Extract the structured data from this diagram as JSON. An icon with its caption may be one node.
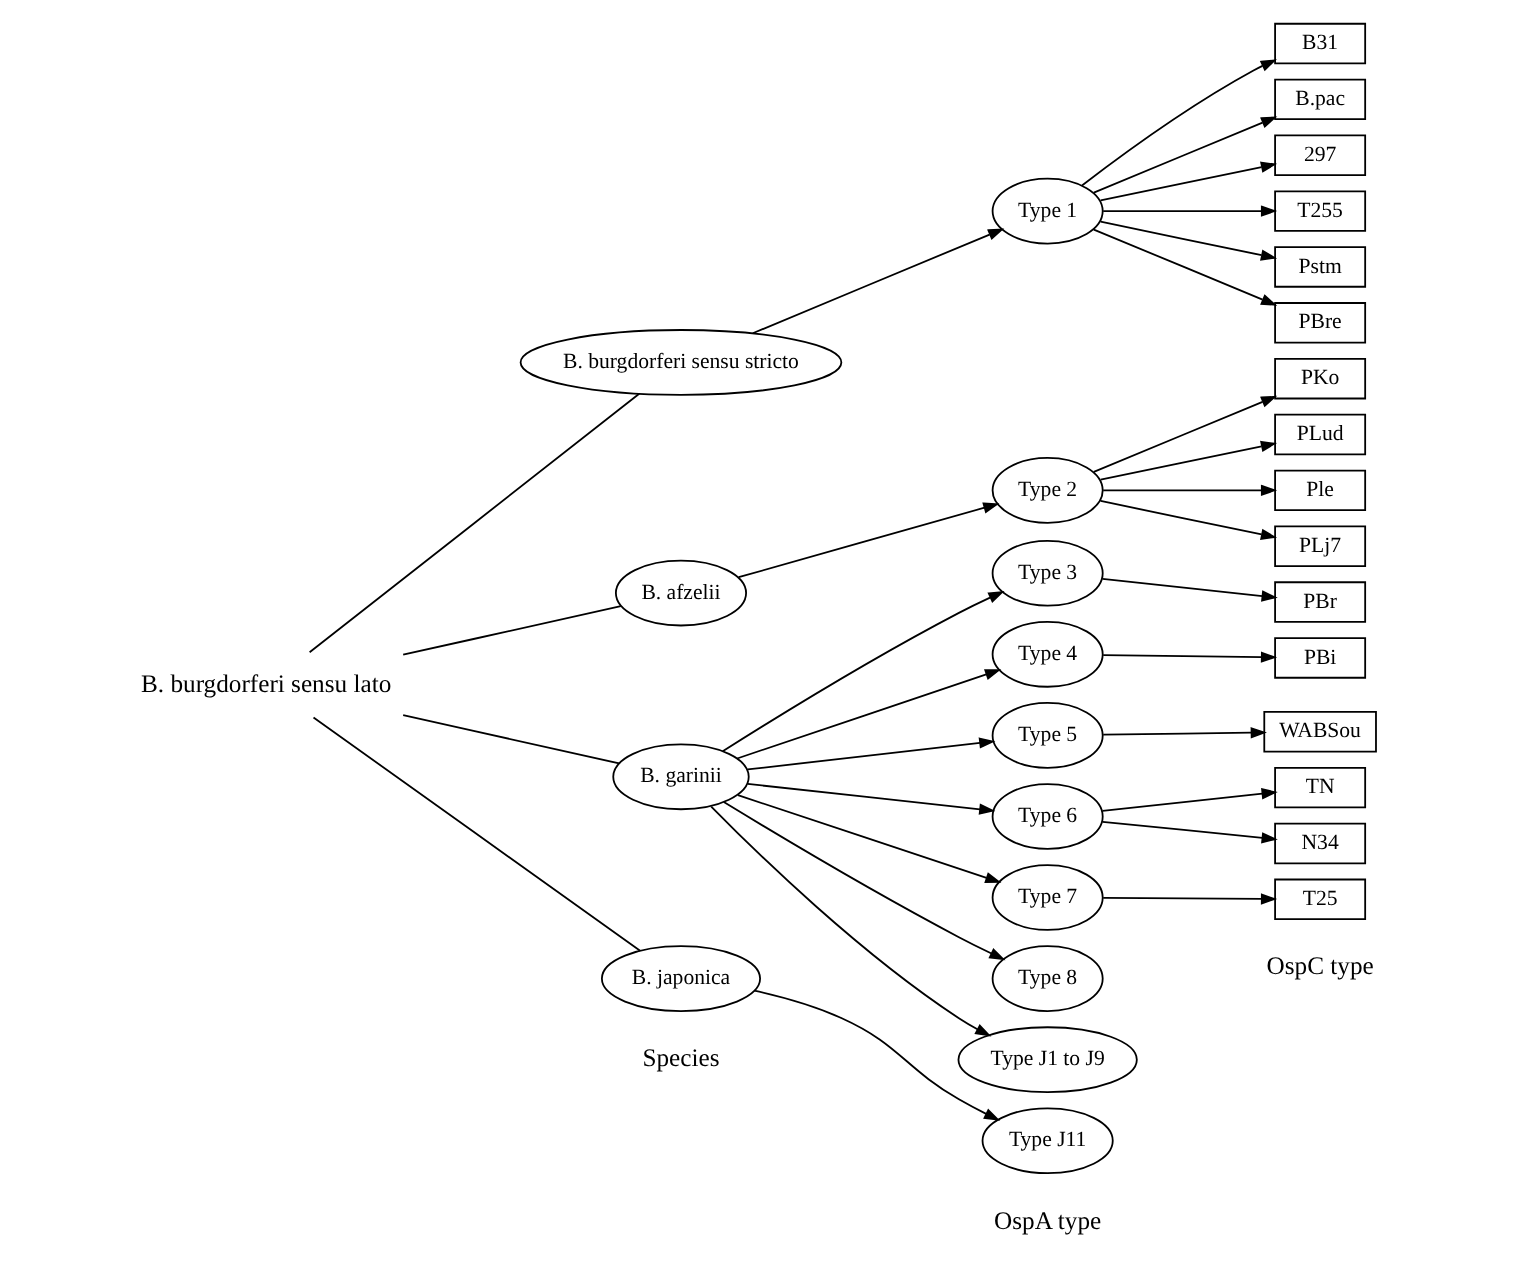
{
  "diagram": {
    "nodes": [
      {
        "text": [
          "B. burgdorferi sensu lato"
        ]
      },
      {
        "text": [
          "B. burgdorferi sensu stricto"
        ]
      },
      {
        "text": [
          "B. afzelii"
        ]
      },
      {
        "text": [
          "B. garinii"
        ]
      },
      {
        "text": [
          "B. japonica"
        ]
      },
      {
        "text": [
          "Type 1"
        ]
      },
      {
        "text": [
          "Type 2"
        ]
      },
      {
        "text": [
          "Type 3"
        ]
      },
      {
        "text": [
          "Type 4"
        ]
      },
      {
        "text": [
          "Type 5"
        ]
      },
      {
        "text": [
          "Type 6"
        ]
      },
      {
        "text": [
          "Type 7"
        ]
      },
      {
        "text": [
          "Type 8"
        ]
      },
      {
        "text": [
          "Type J1 to J9"
        ]
      },
      {
        "text": [
          "Type J11"
        ]
      },
      {
        "text": [
          "B31"
        ]
      },
      {
        "text": [
          "B.pac"
        ]
      },
      {
        "text": [
          "297"
        ]
      },
      {
        "text": [
          "T255"
        ]
      },
      {
        "text": [
          "Pstm"
        ]
      },
      {
        "text": [
          "PBre"
        ]
      },
      {
        "text": [
          "PKo"
        ]
      },
      {
        "text": [
          "PLud"
        ]
      },
      {
        "text": [
          "Ple"
        ]
      },
      {
        "text": [
          "PLj7"
        ]
      },
      {
        "text": [
          "PBr"
        ]
      },
      {
        "text": [
          "PBi"
        ]
      },
      {
        "text": [
          "WABSou"
        ]
      },
      {
        "text": [
          "TN"
        ]
      },
      {
        "text": [
          "N34"
        ]
      },
      {
        "text": [
          "T25"
        ]
      }
    ],
    "edges": [
      {
        "from": 0,
        "to": 1,
        "arrow": "none"
      },
      {
        "from": 0,
        "to": 2,
        "arrow": "none"
      },
      {
        "from": 0,
        "to": 3,
        "arrow": "none"
      },
      {
        "from": 0,
        "to": 4,
        "arrow": "none"
      },
      {
        "from": 1,
        "to": 5,
        "arrow": "to"
      },
      {
        "from": 2,
        "to": 6,
        "arrow": "to"
      },
      {
        "from": 3,
        "to": 7,
        "arrow": "to"
      },
      {
        "from": 3,
        "to": 8,
        "arrow": "to"
      },
      {
        "from": 3,
        "to": 9,
        "arrow": "to"
      },
      {
        "from": 3,
        "to": 10,
        "arrow": "to"
      },
      {
        "from": 3,
        "to": 11,
        "arrow": "to"
      },
      {
        "from": 3,
        "to": 12,
        "arrow": "to"
      },
      {
        "from": 3,
        "to": 13,
        "arrow": "to"
      },
      {
        "from": 4,
        "to": 14,
        "arrow": "to"
      },
      {
        "from": 5,
        "to": 15,
        "arrow": "to"
      },
      {
        "from": 5,
        "to": 16,
        "arrow": "to"
      },
      {
        "from": 5,
        "to": 17,
        "arrow": "to"
      },
      {
        "from": 5,
        "to": 18,
        "arrow": "to"
      },
      {
        "from": 5,
        "to": 19,
        "arrow": "to"
      },
      {
        "from": 5,
        "to": 20,
        "arrow": "to"
      },
      {
        "from": 6,
        "to": 21,
        "arrow": "to"
      },
      {
        "from": 6,
        "to": 22,
        "arrow": "to"
      },
      {
        "from": 6,
        "to": 23,
        "arrow": "to"
      },
      {
        "from": 6,
        "to": 24,
        "arrow": "to"
      },
      {
        "from": 7,
        "to": 25,
        "arrow": "to"
      },
      {
        "from": 8,
        "to": 26,
        "arrow": "to"
      },
      {
        "from": 9,
        "to": 27,
        "arrow": "to"
      },
      {
        "from": 10,
        "to": 28,
        "arrow": "to"
      },
      {
        "from": 10,
        "to": 29,
        "arrow": "to"
      },
      {
        "from": 11,
        "to": 30,
        "arrow": "to"
      }
    ],
    "labels": [
      "Species",
      "OspA type",
      "OspC type"
    ]
  }
}
